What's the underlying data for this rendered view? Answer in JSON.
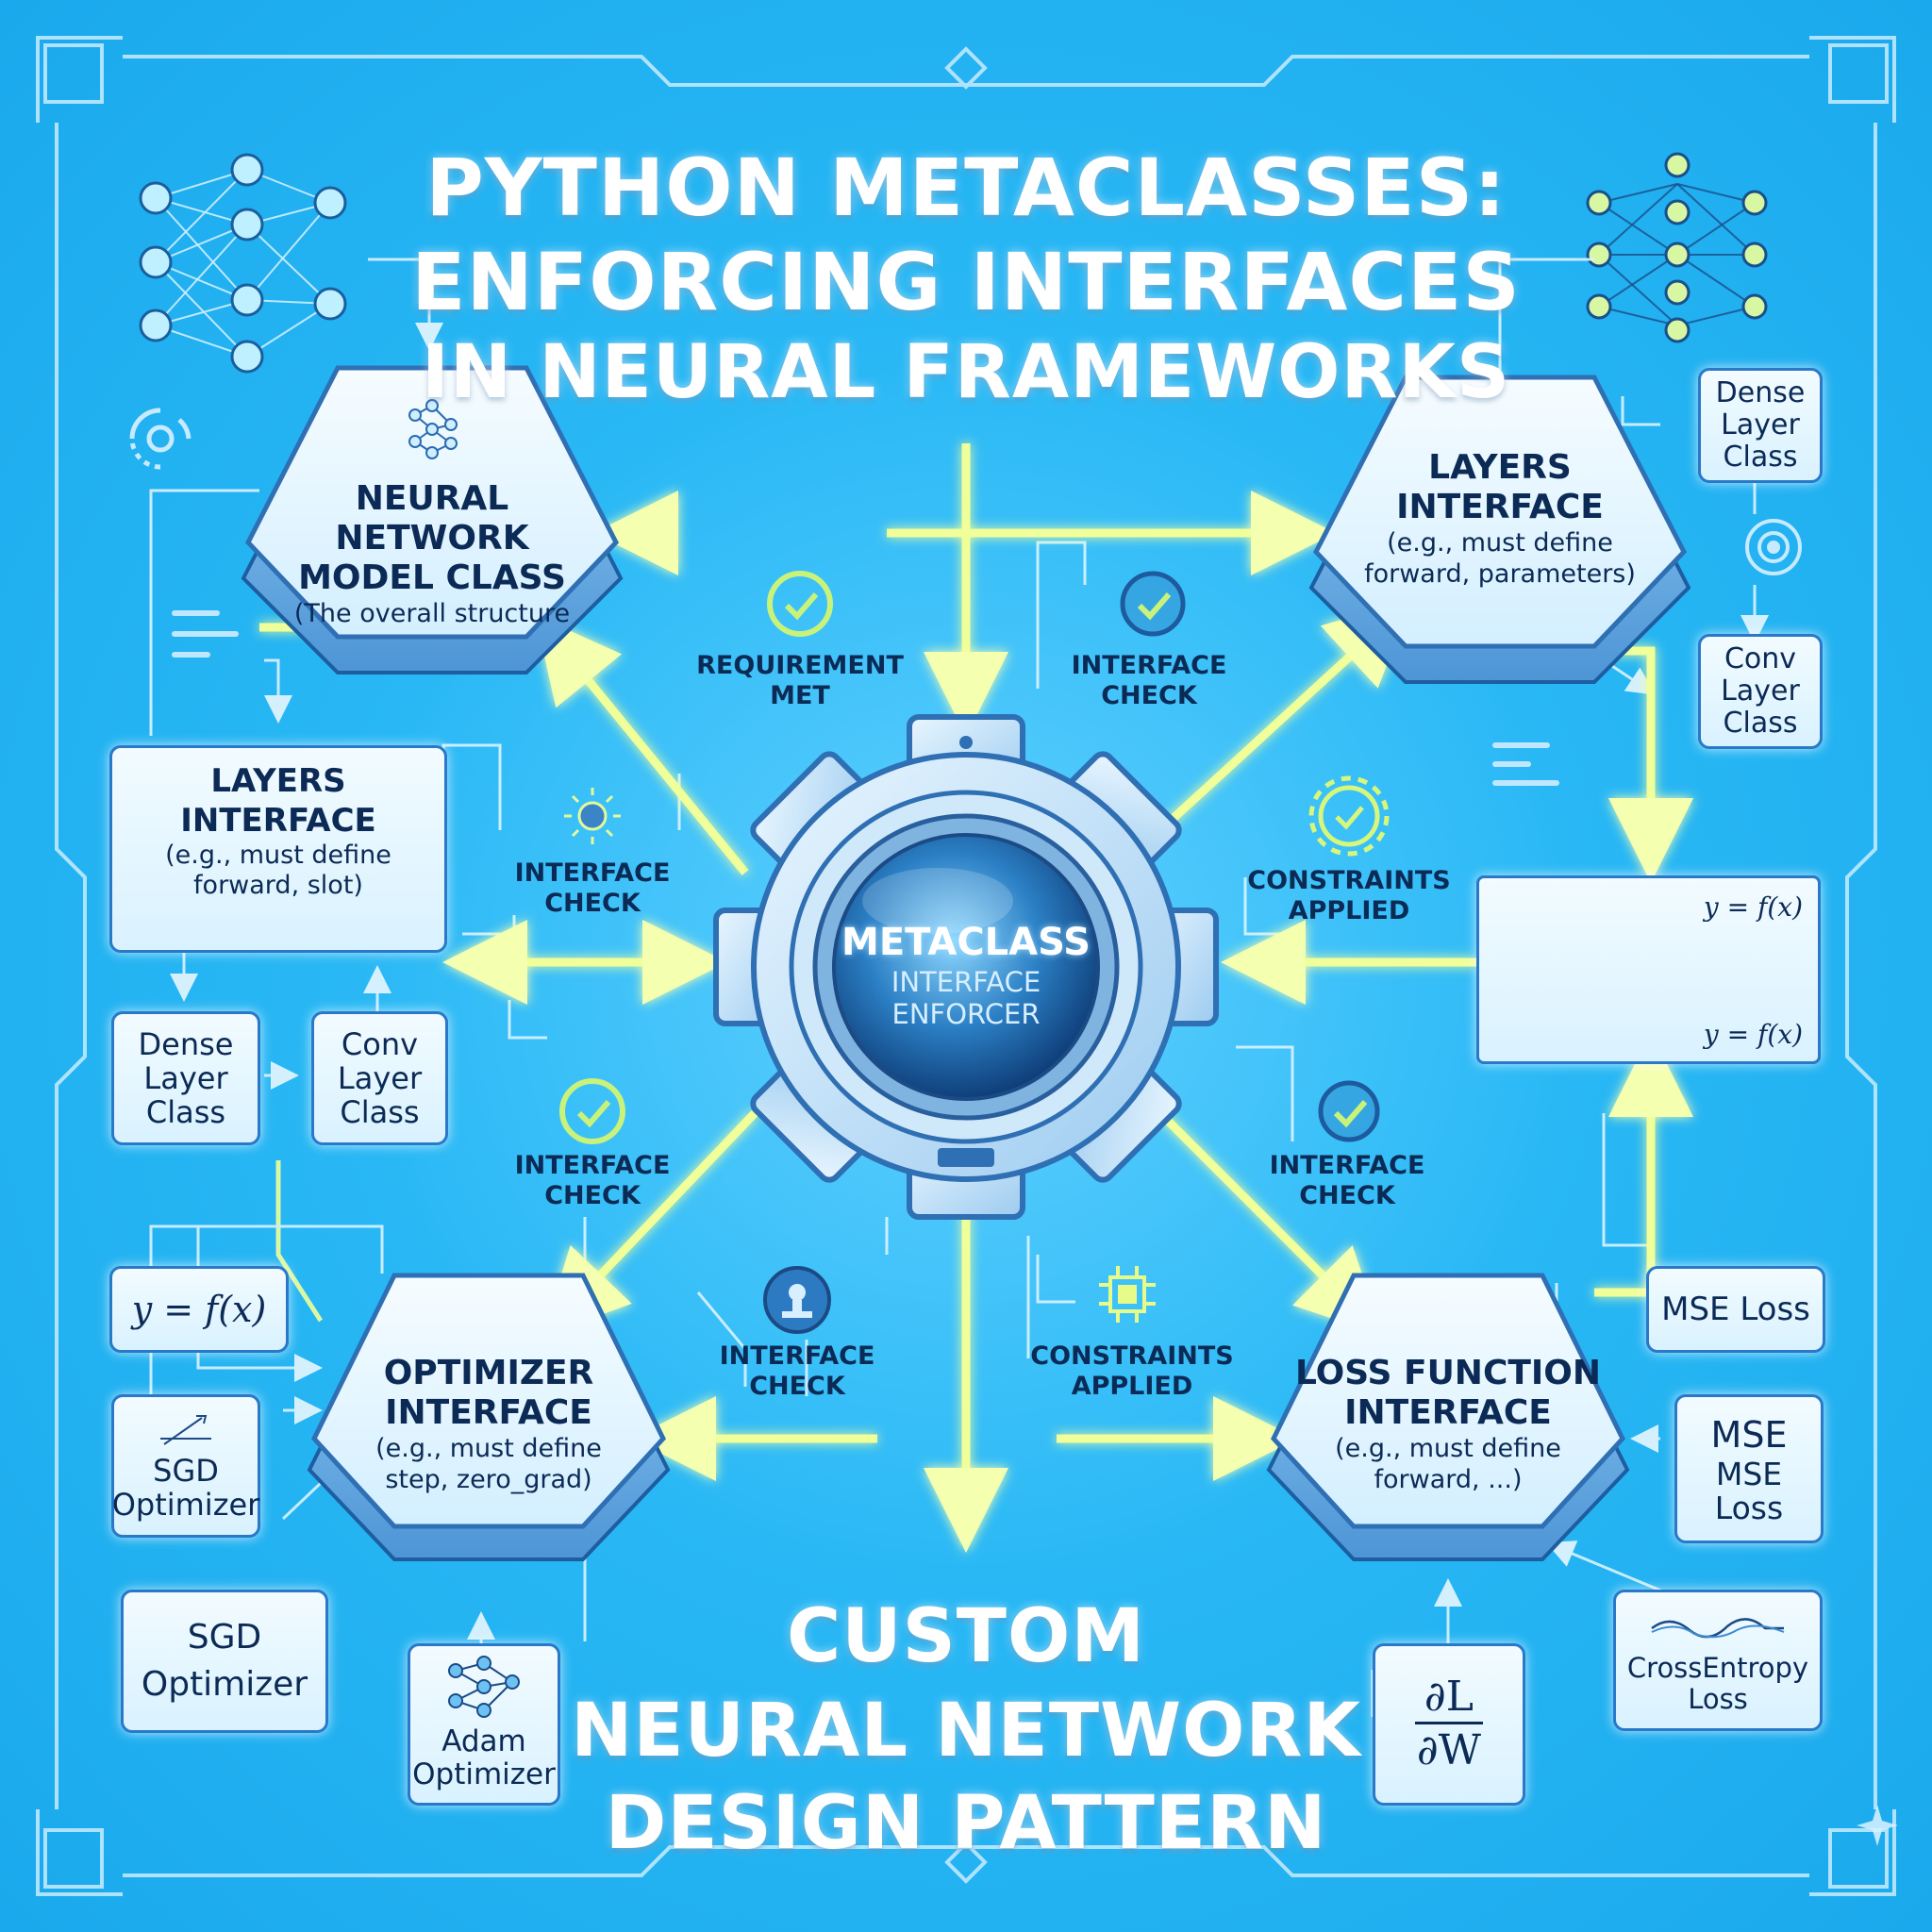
{
  "title": {
    "line1": "PYTHON METACLASSES:",
    "line2": "ENFORCING INTERFACES",
    "line3": "IN NEURAL FRAMEWORKS"
  },
  "bottom_title": {
    "line1": "CUSTOM",
    "line2": "NEURAL NETWORK",
    "line3": "DESIGN PATTERN"
  },
  "core": {
    "title": "METACLASS",
    "subtitle_line1": "INTERFACE",
    "subtitle_line2": "ENFORCER"
  },
  "hexes": {
    "model": {
      "title_line1": "NEURAL NETWORK",
      "title_line2": "MODEL CLASS",
      "desc": "(The overall structure"
    },
    "layers": {
      "title_line1": "LAYERS",
      "title_line2": "INTERFACE",
      "desc_line1": "(e.g., must define",
      "desc_line2": "forward, parameters)"
    },
    "optimizer": {
      "title_line1": "OPTIMIZER",
      "title_line2": "INTERFACE",
      "desc_line1": "(e.g., must define",
      "desc_line2": "step, zero_grad)"
    },
    "loss": {
      "title_line1": "LOSS FUNCTION",
      "title_line2": "INTERFACE",
      "desc_line1": "(e.g., must define",
      "desc_line2": "forward, ...)"
    }
  },
  "left_panel": {
    "title": "LAYERS INTERFACE",
    "desc_line1": "(e.g., must define",
    "desc_line2": "forward, slot)"
  },
  "boxes": {
    "dense_left": {
      "line1": "Dense",
      "line2": "Layer",
      "line3": "Class"
    },
    "conv_left": {
      "line1": "Conv",
      "line2": "Layer",
      "line3": "Class"
    },
    "dense_right": {
      "line1": "Dense",
      "line2": "Layer",
      "line3": "Class"
    },
    "conv_right": {
      "line1": "Conv",
      "line2": "Layer",
      "line3": "Class"
    },
    "equation_left": "y = f(x)",
    "sgd_small": {
      "line1": "SGD",
      "line2": "Optimizer"
    },
    "sgd_big": {
      "line1": "SGD",
      "line2": "Optimizer"
    },
    "adam": {
      "line1": "Adam",
      "line2": "Optimizer"
    },
    "mse_loss": "MSE Loss",
    "mse_stack": {
      "line1": "MSE",
      "line2": "MSE",
      "line3": "Loss"
    },
    "crossentropy": {
      "line1": "CrossEntropy",
      "line2": "Loss"
    },
    "gradient": {
      "numerator": "∂L",
      "denominator": "∂W"
    },
    "network_panel": {
      "eq_top": "y = f(x)",
      "eq_bottom": "y = f(x)"
    }
  },
  "labels": {
    "requirement_met": {
      "line1": "REQUIREMENT",
      "line2": "MET"
    },
    "interface_check_top": {
      "line1": "INTERFACE",
      "line2": "CHECK"
    },
    "interface_check_left": {
      "line1": "INTERFACE",
      "line2": "CHECK"
    },
    "constraints_right": {
      "line1": "CONSTRAINTS",
      "line2": "APPLIED"
    },
    "interface_check_lower_left": {
      "line1": "INTERFACE",
      "line2": "CHECK"
    },
    "interface_check_lower_right": {
      "line1": "INTERFACE",
      "line2": "CHECK"
    },
    "interface_check_bottom": {
      "line1": "INTERFACE",
      "line2": "CHECK"
    },
    "constraints_bottom": {
      "line1": "CONSTRAINTS",
      "line2": "APPLIED"
    }
  },
  "colors": {
    "background": "#29b8f5",
    "hex_face": "#e9f7ff",
    "hex_edge": "#2f6fb3",
    "glow_arrow": "#f0ff9a",
    "text_dark": "#0b2a55",
    "check_green": "#c8f27a"
  }
}
